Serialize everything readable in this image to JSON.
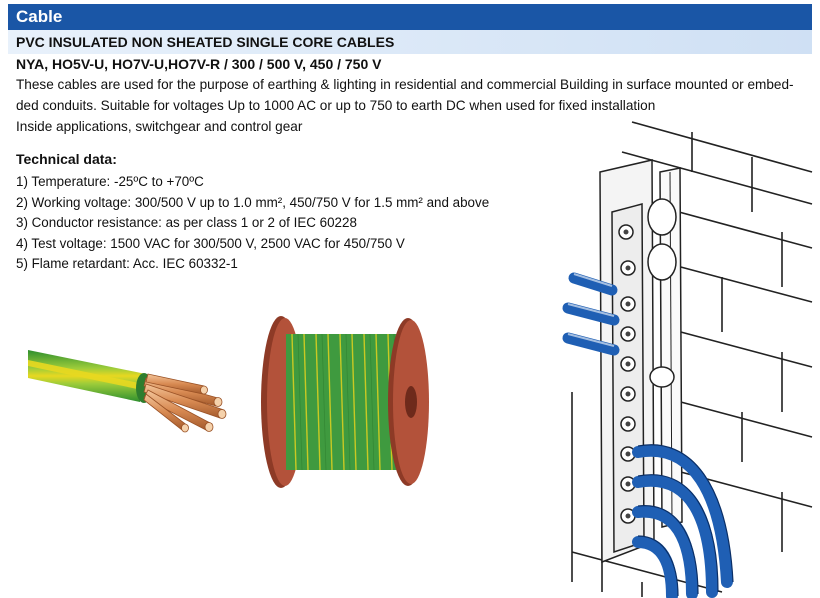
{
  "header": {
    "title": "Cable"
  },
  "subheader": {
    "title": "PVC INSULATED NON SHEATED SINGLE CORE CABLES"
  },
  "types": "NYA, HO5V-U, HO7V-U,HO7V-R / 300 / 500 V, 450 / 750 V",
  "description": [
    "These cables are used for the purpose of earthing & lighting in residential and commercial Building in surface mounted or embed-",
    "ded conduits. Suitable for voltages Up to 1000 AC or up to 750 to earth DC when used for fixed installation",
    "Inside applications, switchgear and control gear"
  ],
  "technical": {
    "title": "Technical data:",
    "items": [
      "1) Temperature: -25ºC to +70ºC",
      "2) Working voltage: 300/500 V up to 1.0 mm², 450/750 V for 1.5 mm² and above",
      "3) Conductor resistance: as per class 1 or 2 of IEC 60228",
      "4) Test voltage: 1500 VAC for 300/500 V, 2500 VAC for 450/750 V",
      "5) Flame retardant: Acc. IEC 60332-1"
    ]
  },
  "colors": {
    "header_bg": "#1a56a6",
    "insulation_green": "#3aa23a",
    "insulation_yellow": "#e8d820",
    "copper": "#d88a52",
    "spool": "#a9472f",
    "cable_blue": "#1f5fb4"
  }
}
